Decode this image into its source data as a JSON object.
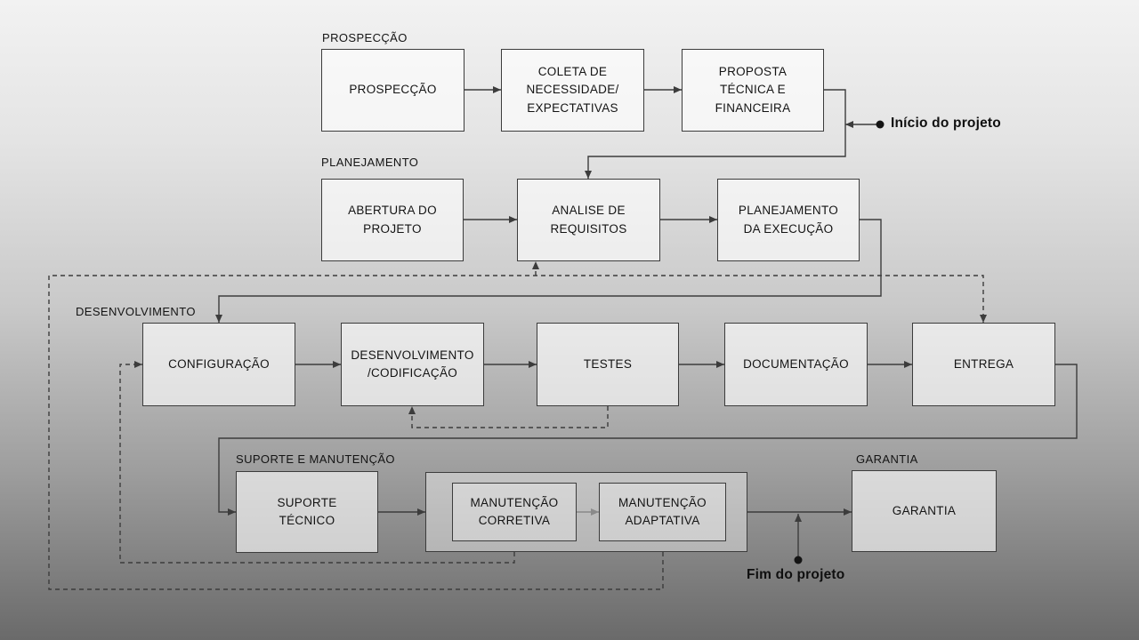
{
  "sections": {
    "prospeccao": "PROSPECÇÃO",
    "planejamento": "PLANEJAMENTO",
    "desenvolvimento": "DESENVOLVIMENTO",
    "suporte_manutencao": "SUPORTE E MANUTENÇÃO",
    "garantia": "GARANTIA"
  },
  "nodes": {
    "prospeccao": {
      "label": "PROSPECÇÃO"
    },
    "coleta": {
      "label": "COLETA DE\nNECESSIDADE/\nEXPECTATIVAS"
    },
    "proposta": {
      "label": "PROPOSTA\nTÉCNICA E\nFINANCEIRA"
    },
    "abertura": {
      "label": "ABERTURA DO\nPROJETO"
    },
    "analise": {
      "label": "ANALISE DE\nREQUISITOS"
    },
    "planejamento_execucao": {
      "label": "PLANEJAMENTO\nDA EXECUÇÃO"
    },
    "configuracao": {
      "label": "CONFIGURAÇÃO"
    },
    "desenvolvimento_codificacao": {
      "label": "DESENVOLVIMENTO\n/CODIFICAÇÃO"
    },
    "testes": {
      "label": "TESTES"
    },
    "documentacao": {
      "label": "DOCUMENTAÇÃO"
    },
    "entrega": {
      "label": "ENTREGA"
    },
    "suporte_tecnico": {
      "label": "SUPORTE\nTÉCNICO"
    },
    "manutencao_corretiva": {
      "label": "MANUTENÇÃO\nCORRETIVA"
    },
    "manutencao_adaptativa": {
      "label": "MANUTENÇÃO\nADAPTATIVA"
    },
    "garantia": {
      "label": "GARANTIA"
    }
  },
  "milestones": {
    "inicio": "Início do projeto",
    "fim": "Fim do projeto"
  },
  "colors": {
    "line": "#3c3c3c",
    "box_border": "#3c3c3c",
    "text": "#141414"
  }
}
